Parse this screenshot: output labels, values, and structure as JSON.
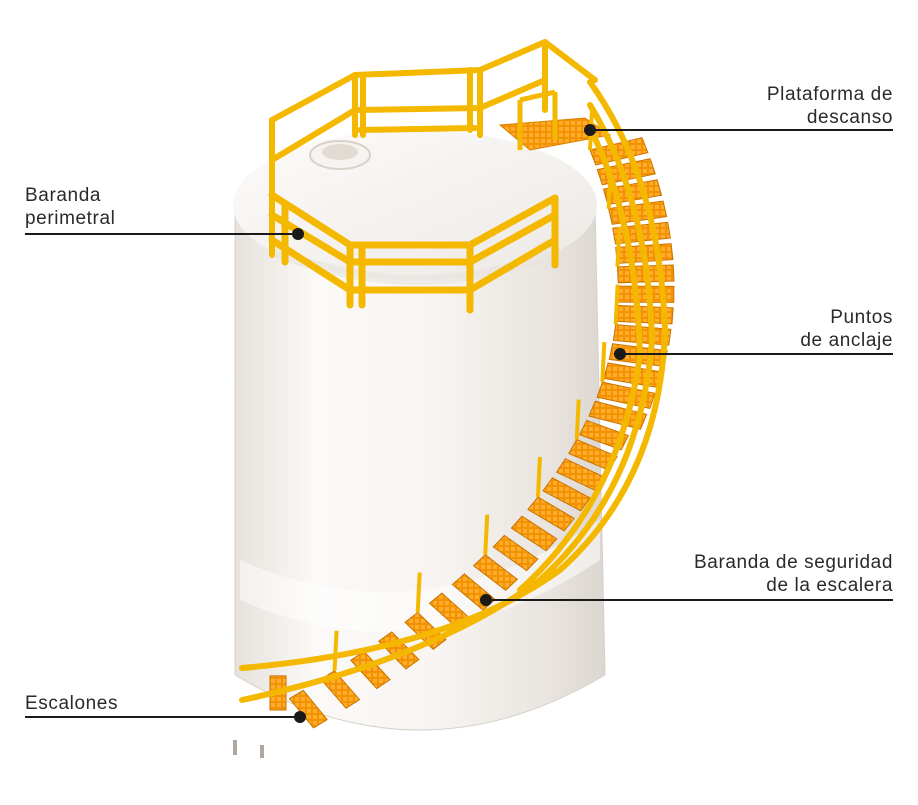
{
  "labels": {
    "baranda_perimetral": {
      "line1": "Baranda",
      "line2": "perimetral"
    },
    "plataforma_descanso": {
      "line1": "Plataforma de",
      "line2": "descanso"
    },
    "puntos_anclaje": {
      "line1": "Puntos",
      "line2": "de anclaje"
    },
    "baranda_seguridad": {
      "line1": "Baranda de seguridad",
      "line2": "de la escalera"
    },
    "escalones": {
      "line1": "Escalones"
    }
  },
  "colors": {
    "rail": "#f5b800",
    "rail_shadow": "#d99a00",
    "grating": "#f08a00",
    "grating_light": "#ffa726",
    "tank": "#f4f1ee",
    "tank_shadow": "#dcd6d0",
    "leader": "#1a1a1a"
  }
}
